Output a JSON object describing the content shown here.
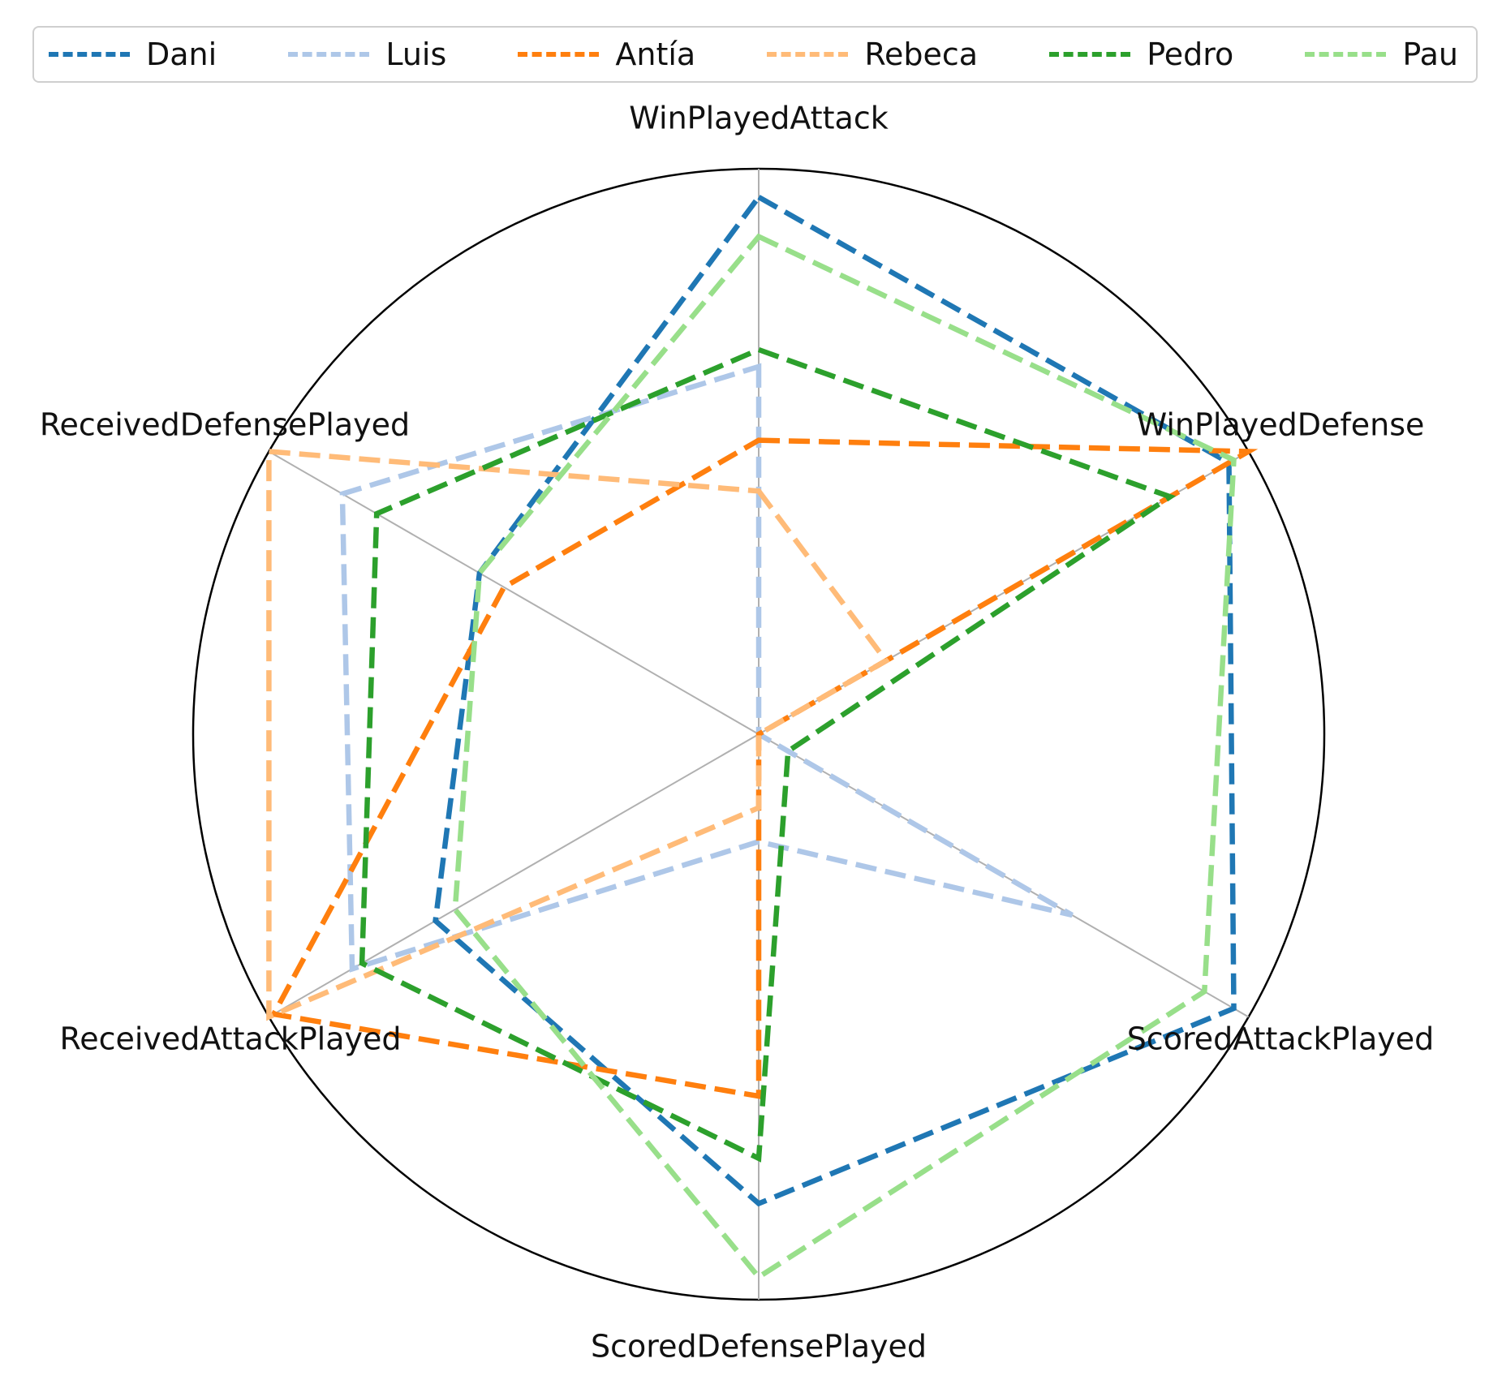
{
  "chart_data": {
    "type": "radar",
    "axes": [
      "WinPlayedAttack",
      "WinPlayedDefense",
      "ScoredAttackPlayed",
      "ScoredDefensePlayed",
      "ReceivedAttackPlayed",
      "ReceivedDefensePlayed"
    ],
    "rmax": 1.0,
    "grid": "spokes",
    "legend_position": "top",
    "series": [
      {
        "name": "Dani",
        "color": "#1f77b4",
        "values": [
          0.95,
          0.96,
          0.97,
          0.83,
          0.66,
          0.57
        ]
      },
      {
        "name": "Luis",
        "color": "#aec7e8",
        "values": [
          0.65,
          0.0,
          0.64,
          0.19,
          0.83,
          0.85
        ]
      },
      {
        "name": "Antía",
        "color": "#ff7f0e",
        "values": [
          0.52,
          1.0,
          0.0,
          0.64,
          0.99,
          0.52
        ]
      },
      {
        "name": "Rebeca",
        "color": "#ffbb78",
        "values": [
          0.43,
          0.26,
          0.0,
          0.13,
          1.0,
          1.0
        ]
      },
      {
        "name": "Pedro",
        "color": "#2ca02c",
        "values": [
          0.68,
          0.84,
          0.06,
          0.75,
          0.81,
          0.78
        ]
      },
      {
        "name": "Pau",
        "color": "#98df8a",
        "values": [
          0.88,
          0.97,
          0.91,
          0.96,
          0.62,
          0.57
        ]
      }
    ]
  }
}
